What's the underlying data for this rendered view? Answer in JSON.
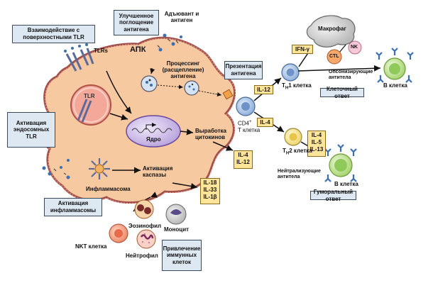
{
  "boxes": {
    "surface_tlr": "Взаимодействие с поверхностными TLR",
    "improved_uptake": "Улучшенное поглощение антигена",
    "endosomal_tlr": "Активация эндосомных TLR",
    "inflammasome_activation": "Активация инфламмасомы",
    "recruitment": "Привлечение иммунных клеток",
    "antigen_presentation": "Презентация антигена",
    "cellular_response": "Клеточный ответ",
    "humoral_response": "Гуморальный ответ"
  },
  "labels": {
    "adjuvant_antigen": "Адъювант и антиген",
    "tlrs": "TLRs",
    "apc": "АПК",
    "processing": "Процессинг (расщепление) антигена",
    "tlr": "TLR",
    "nucleus": "Ядро",
    "cytokine_output": "Выработка цитокинов",
    "caspase_activation": "Активация каспазы",
    "inflammasome": "Инфламмасома",
    "eosinophil": "Эозинофил",
    "monocyte": "Моноцит",
    "nkt_cell": "NKT клетка",
    "neutrophil": "Нейтрофил",
    "cd4_t": "CD4",
    "cd4_sup": "+",
    "cd4_t2": "T клетка",
    "th1": "T",
    "th1_sub": "H",
    "th1_rest": "1 клетка",
    "th2": "T",
    "th2_sub": "H",
    "th2_rest": "2 клетка",
    "macrophage": "Макрофаг",
    "nk": "NK",
    "ctl": "CTL",
    "opsonizing": "Опсонизирующие антитела",
    "b_cell_top": "В клетка",
    "b_cell_bottom": "В клетка",
    "neutralizing": "Нейтрализующие антитела"
  },
  "cytokines": {
    "il12": "IL-12",
    "il4": "IL-4",
    "ifn": "IFN-γ",
    "nucleus_out": [
      "IL-4",
      "IL-12"
    ],
    "caspase_out": [
      "IL-18",
      "IL-33",
      "IL-1β"
    ],
    "th2_out": [
      "IL-4",
      "IL-5",
      "IL-13"
    ]
  },
  "colors": {
    "apc_fill": "#f7c9a0",
    "apc_border": "#a0504a",
    "nucleus": "#c9b8e6",
    "t_cell": "#a9c4e8",
    "th2_cell": "#f6e58a",
    "b_cell": "#b8e08a",
    "antibody": "#3b6fb0",
    "box_fill": "#dde8f2",
    "cytokine_box": "#ffe59a"
  }
}
